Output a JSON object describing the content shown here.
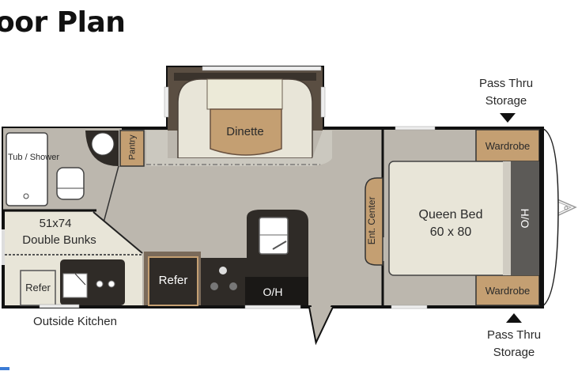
{
  "title": "oor Plan",
  "colors": {
    "floor": "#bcb7ae",
    "cream": "#e8e5d8",
    "tan": "#c49f72",
    "dark": "#2f2b27",
    "brown": "#5a4e42",
    "overhead_gray": "#5c5a57",
    "wall": "#111111"
  },
  "labels": {
    "tub_shower": "Tub / Shower",
    "pantry": "Pantry",
    "dinette": "Dinette",
    "bunks_size": "51x74",
    "bunks_name": "Double Bunks",
    "outside_refer": "Refer",
    "outside_kitchen": "Outside Kitchen",
    "refer": "Refer",
    "overhead_kitchen": "O/H",
    "ent_center": "Ent. Center",
    "queen_bed": "Queen Bed",
    "queen_size": "60 x 80",
    "overhead_bed": "H/O",
    "wardrobe_top": "Wardrobe",
    "wardrobe_bottom": "Wardrobe",
    "pass_thru_top_1": "Pass Thru",
    "pass_thru_top_2": "Storage",
    "pass_thru_bottom_1": "Pass Thru",
    "pass_thru_bottom_2": "Storage"
  },
  "icons": {
    "arrow_down": "down-triangle",
    "arrow_up": "up-triangle"
  }
}
